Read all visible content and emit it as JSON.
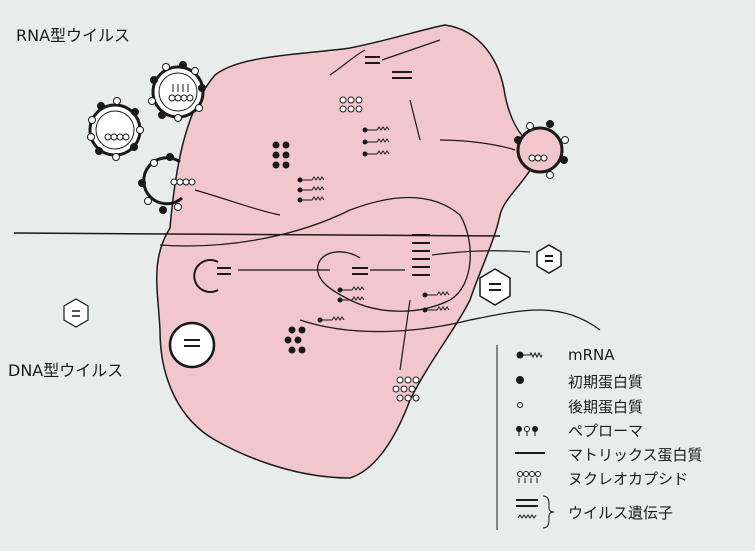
{
  "labels": {
    "rna_virus": "RNA型ウイルス",
    "dna_virus": "DNA型ウイルス"
  },
  "legend": [
    {
      "icon": "mrna-icon",
      "label": "mRNA"
    },
    {
      "icon": "filled-dot-icon",
      "label": "初期蛋白質"
    },
    {
      "icon": "open-dot-icon",
      "label": "後期蛋白質"
    },
    {
      "icon": "peplomer-icon",
      "label": "ペプローマ"
    },
    {
      "icon": "line-icon",
      "label": "マトリックス蛋白質"
    },
    {
      "icon": "nucleocapsid-icon",
      "label": "ヌクレオカプシド"
    },
    {
      "icon": "viral-gene-icon",
      "label": "ウイルス遺伝子"
    }
  ],
  "colors": {
    "background": "#e8eceb",
    "cell": "#f2c7cb",
    "ink": "#1a1a1a"
  }
}
